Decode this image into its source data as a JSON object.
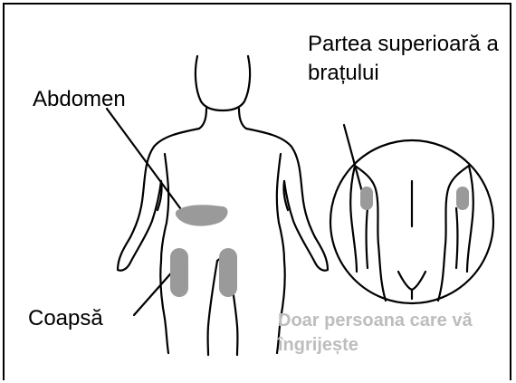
{
  "labels": {
    "abdomen": "Abdomen",
    "upper_arm": "Partea superioară a brațului",
    "thigh": "Coapsă",
    "caregiver_note": "Doar persoana care vă îngrijește"
  },
  "colors": {
    "outline": "#000000",
    "injection_site": "#9a9a9a",
    "note_text": "#bdbdbd"
  }
}
